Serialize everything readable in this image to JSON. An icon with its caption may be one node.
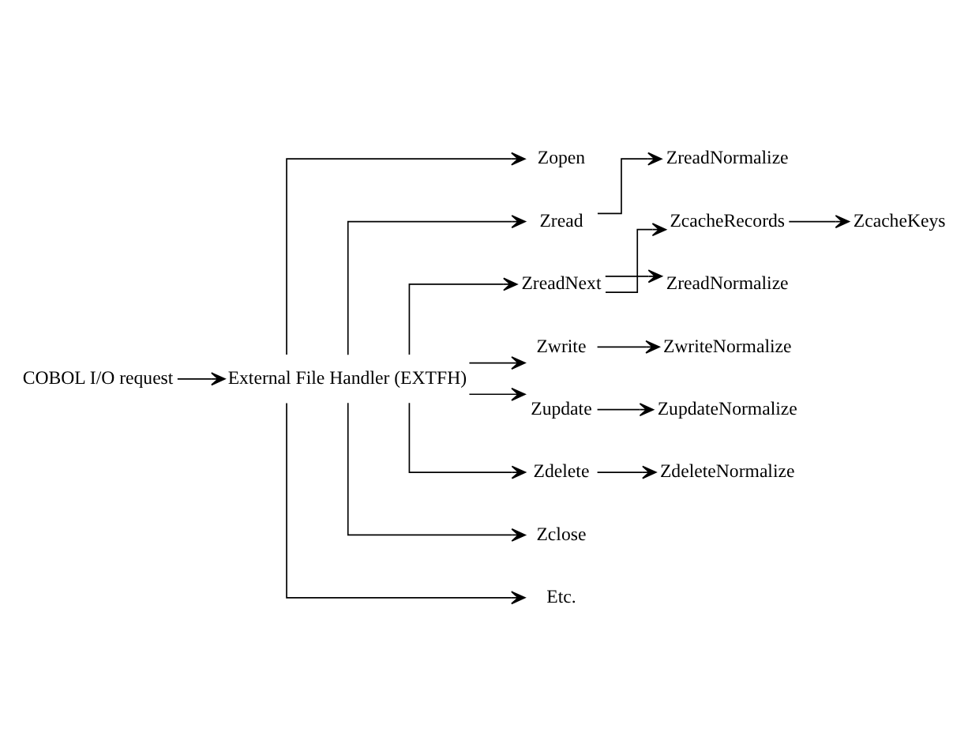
{
  "diagram": {
    "nodes": [
      {
        "text": [
          "COBOL I/O request"
        ]
      },
      {
        "text": [
          "External File Handler (EXTFH)"
        ]
      },
      {
        "text": [
          "Zopen"
        ]
      },
      {
        "text": [
          "Zread"
        ]
      },
      {
        "text": [
          "ZreadNormalize"
        ]
      },
      {
        "text": [
          "ZreadNext"
        ]
      },
      {
        "text": [
          "ZcacheRecords"
        ]
      },
      {
        "text": [
          "ZcacheKeys"
        ]
      },
      {
        "text": [
          "ZreadNormalize"
        ]
      },
      {
        "text": [
          "Zwrite"
        ]
      },
      {
        "text": [
          "ZwriteNormalize"
        ]
      },
      {
        "text": [
          "Zupdate"
        ]
      },
      {
        "text": [
          "ZupdateNormalize"
        ]
      },
      {
        "text": [
          "Zdelete"
        ]
      },
      {
        "text": [
          "ZdeleteNormalize"
        ]
      },
      {
        "text": [
          "Zclose"
        ]
      },
      {
        "text": [
          "Etc."
        ]
      }
    ],
    "edges": [
      {
        "from": 0,
        "to": 1,
        "arrow": "to"
      },
      {
        "from": 1,
        "to": 2,
        "arrow": "to"
      },
      {
        "from": 1,
        "to": 3,
        "arrow": "to"
      },
      {
        "from": 3,
        "to": 4,
        "arrow": "to"
      },
      {
        "from": 1,
        "to": 5,
        "arrow": "to"
      },
      {
        "from": 5,
        "to": 6,
        "arrow": "to"
      },
      {
        "from": 6,
        "to": 7,
        "arrow": "to"
      },
      {
        "from": 5,
        "to": 8,
        "arrow": "to"
      },
      {
        "from": 1,
        "to": 9,
        "arrow": "to"
      },
      {
        "from": 9,
        "to": 10,
        "arrow": "to"
      },
      {
        "from": 1,
        "to": 11,
        "arrow": "to"
      },
      {
        "from": 11,
        "to": 12,
        "arrow": "to"
      },
      {
        "from": 1,
        "to": 13,
        "arrow": "to"
      },
      {
        "from": 13,
        "to": 14,
        "arrow": "to"
      },
      {
        "from": 1,
        "to": 15,
        "arrow": "to"
      },
      {
        "from": 1,
        "to": 16,
        "arrow": "to"
      }
    ]
  }
}
